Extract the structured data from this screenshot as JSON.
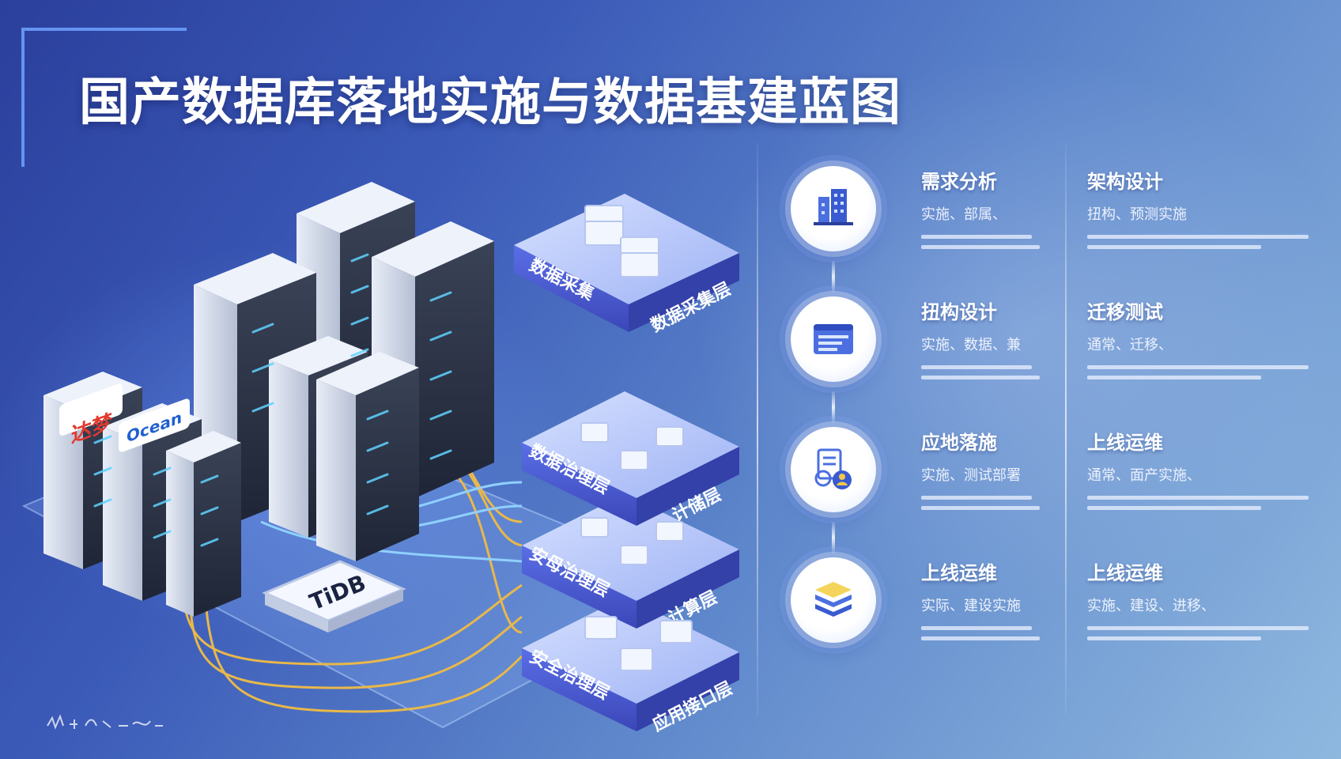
{
  "title": "国产数据库落地实施与数据基建蓝图",
  "brand_logos": [
    "达梦",
    "Ocean",
    "TiDB"
  ],
  "layer_stack": [
    {
      "left_label": "数据采集",
      "right_label": "数据采集层"
    },
    {
      "left_label": "数据治理层",
      "right_label": "计储层"
    },
    {
      "left_label": "安母治理层",
      "right_label": "计算层"
    },
    {
      "left_label": "安全治理层",
      "right_label": "应用接口层"
    }
  ],
  "steps_left": [
    {
      "title": "需求分析",
      "subtitle": "实施、部属、",
      "icon": "building-icon"
    },
    {
      "title": "扭构设计",
      "subtitle": "实施、数据、兼",
      "icon": "window-icon"
    },
    {
      "title": "应地落施",
      "subtitle": "实施、测试部署",
      "icon": "document-user-icon"
    },
    {
      "title": "上线运维",
      "subtitle": "实际、建设实施",
      "icon": "layers-icon"
    }
  ],
  "steps_right": [
    {
      "title": "架构设计",
      "subtitle": "扭构、预测实施"
    },
    {
      "title": "迁移测试",
      "subtitle": "通常、迁移、"
    },
    {
      "title": "上线运维",
      "subtitle": "通常、面产实施、"
    },
    {
      "title": "上线运维",
      "subtitle": "实施、建设、进移、"
    }
  ],
  "colors": {
    "accent": "#4b63d8",
    "wire": "#e8b84a",
    "cable": "#8fd0ff"
  }
}
